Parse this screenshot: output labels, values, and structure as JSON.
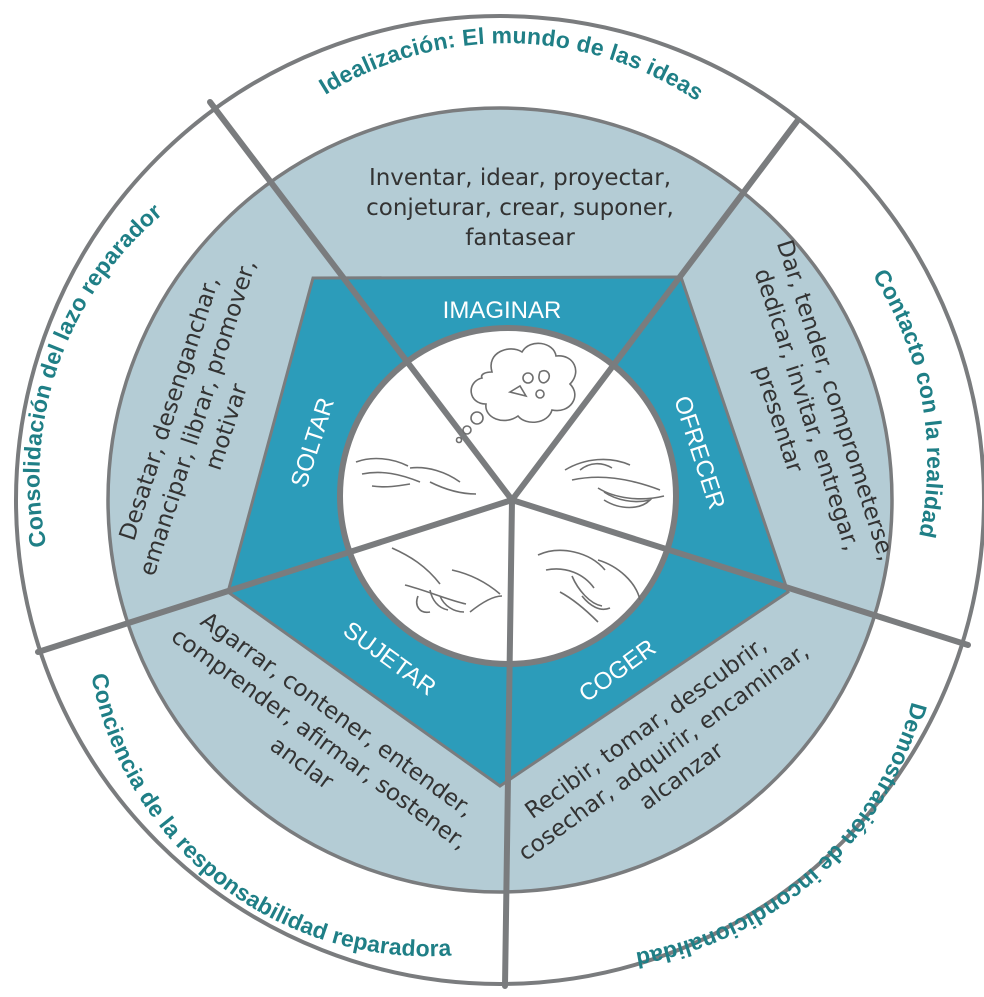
{
  "colors": {
    "outer_ring": "#ffffff",
    "middle_ring": "#b4ccd5",
    "pentagon": "#2c9cba",
    "outline": "#7a7c7e",
    "ring_text": "#1f7f86",
    "verb_text": "#333333",
    "core_text": "#ffffff",
    "drawing": "#6e6e6e"
  },
  "sectors": [
    {
      "id": "imaginar",
      "ring_title": "Idealización: El mundo de las ideas",
      "verbs": [
        "Inventar, idear, proyectar,",
        "conjeturar, crear, suponer,",
        "fantasear"
      ],
      "core": "IMAGINAR",
      "icon": "thought-bubble-icon"
    },
    {
      "id": "ofrecer",
      "ring_title": "Contacto con la realidad",
      "verbs": [
        "Dar, tender, comprometerse,",
        "dedicar, invitar, entregar,",
        "presentar"
      ],
      "core": "OFRECER",
      "icon": "open-hand-icon"
    },
    {
      "id": "coger",
      "ring_title": "Demostración de incondicionalidad",
      "verbs": [
        "Recibir, tomar, descubrir,",
        "cosechar, adquirir, encaminar,",
        "alcanzar"
      ],
      "core": "COGER",
      "icon": "holding-hands-icon"
    },
    {
      "id": "sujetar",
      "ring_title": "Conciencia de la responsabilidad reparadora",
      "verbs": [
        "Agarrar, contener, entender,",
        "comprender, afirmar, sostener,",
        "anclar"
      ],
      "core": "SUJETAR",
      "icon": "handshake-icon"
    },
    {
      "id": "soltar",
      "ring_title": "Consolidación del lazo reparador",
      "verbs": [
        "Desatar, desenganchar,",
        "emancipar, librar, promover,",
        "motivar"
      ],
      "core": "SOLTAR",
      "icon": "releasing-hands-icon"
    }
  ]
}
